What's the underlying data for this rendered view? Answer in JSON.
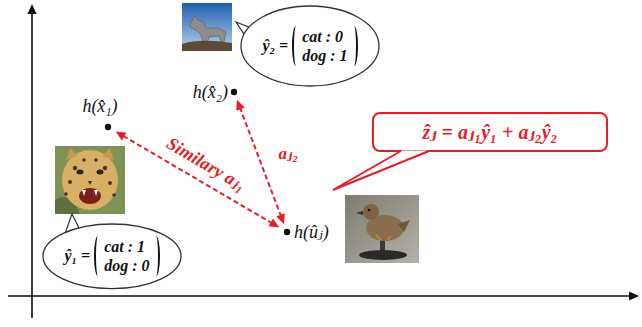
{
  "diagram": {
    "nodes": [
      {
        "text": [
          "h(x̂₁)"
        ]
      },
      {
        "text": [
          "h(x̂₂)"
        ]
      },
      {
        "text": [
          "ŷ₂ =",
          "cat : 0",
          "dog : 1"
        ]
      },
      {
        "text": [
          "ŷ₁ =",
          "cat : 1",
          "dog : 0"
        ]
      },
      {
        "text": [
          "h(ûⱼ)"
        ]
      },
      {
        "text": [
          "ẑⱼ = aⱼ₁ŷ₁ + aⱼ₂ŷ₂"
        ]
      }
    ],
    "edges": [
      {
        "from": 4,
        "to": 0,
        "arrow": "both",
        "label": "Similary aⱼ₁"
      },
      {
        "from": 4,
        "to": 1,
        "arrow": "both",
        "label": "aⱼ₂"
      }
    ]
  }
}
